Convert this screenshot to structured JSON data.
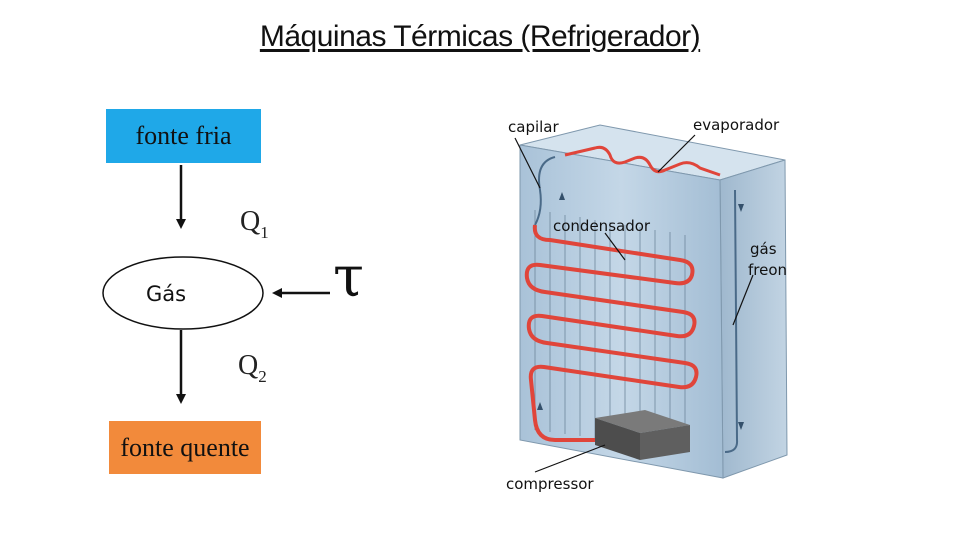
{
  "title": "Máquinas Térmicas (Refrigerador)",
  "diagram": {
    "cold_source": {
      "label": "fonte fria",
      "color": "#1fa8e8"
    },
    "hot_source": {
      "label": "fonte quente",
      "color": "#f28a3b"
    },
    "gas": "Gás",
    "q1": {
      "symbol": "Q",
      "index": "1"
    },
    "q2": {
      "symbol": "Q",
      "index": "2"
    },
    "work": "τ"
  },
  "fridge": {
    "labels": {
      "capilar": "capilar",
      "evaporador": "evaporador",
      "condensador": "condensador",
      "gas": "gás",
      "freon": "freon",
      "compressor": "compressor"
    },
    "colors": {
      "body": "#b7cde0",
      "tube": "#e0453a",
      "compressor": "#5a5a5a"
    }
  }
}
